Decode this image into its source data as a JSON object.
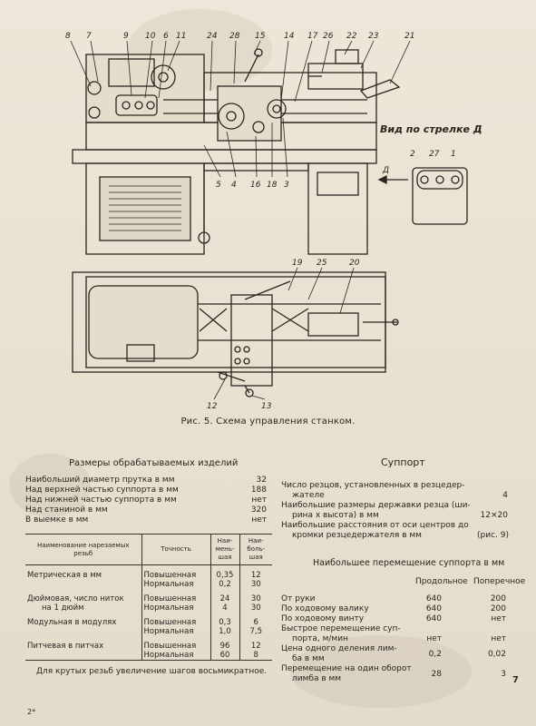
{
  "figure": {
    "callouts_top": [
      "8",
      "7",
      "9",
      "10",
      "6",
      "11",
      "24",
      "28",
      "15",
      "14",
      "17",
      "26",
      "22",
      "23",
      "21"
    ],
    "callouts_bottom_mid": [
      "5",
      "4",
      "16",
      "18",
      "3"
    ],
    "callouts_side": [
      "2",
      "27",
      "1"
    ],
    "arrow_label": "Д",
    "view_label": "Вид по стрелке Д",
    "callouts_plan_top": [
      "19",
      "25",
      "20"
    ],
    "callouts_plan_bottom": [
      "12",
      "13"
    ],
    "caption": "Рис. 5. Схема управления станком."
  },
  "dimensions": {
    "title": "Размеры обрабатываемых изделий",
    "rows": [
      {
        "label": "Наибольший диаметр прутка в мм",
        "value": "32"
      },
      {
        "label": "Над верхней частью суппорта в мм",
        "value": "188"
      },
      {
        "label": "Над нижней частью суппорта в мм",
        "value": "нет"
      },
      {
        "label": "Над станиной в мм",
        "value": "320"
      },
      {
        "label": "В выемке в мм",
        "value": "нет"
      }
    ]
  },
  "threads_table": {
    "headers": [
      "Наименование нарезаемых резьб",
      "Точность",
      "Наи-\nмень-\nшая",
      "Наи-\nболь-\nшая"
    ],
    "groups": [
      {
        "name": [
          "Метрическая в мм"
        ],
        "rows": [
          [
            "Повышенная",
            "0,35",
            "12"
          ],
          [
            "Нормальная",
            "0,2",
            "30"
          ]
        ]
      },
      {
        "name": [
          "Дюймовая, число ниток",
          "на 1 дюйм"
        ],
        "rows": [
          [
            "Повышенная",
            "24",
            "30"
          ],
          [
            "Нормальная",
            "4",
            "30"
          ]
        ]
      },
      {
        "name": [
          "Модульная в модулях"
        ],
        "rows": [
          [
            "Повышенная",
            "0,3",
            "6"
          ],
          [
            "Нормальная",
            "1,0",
            "7,5"
          ]
        ]
      },
      {
        "name": [
          "Питчевая в питчах"
        ],
        "rows": [
          [
            "Повышенная",
            "96",
            "12"
          ],
          [
            "Нормальная",
            "60",
            "8"
          ]
        ]
      }
    ],
    "note": "Для крутых резьб увеличение шагов восьмикратное."
  },
  "support": {
    "title": "Суппорт",
    "rows": [
      {
        "label": "Число резцов, установленных в резцедер-",
        "value": ""
      },
      {
        "label": "жателе",
        "value": "4"
      },
      {
        "label": "Наибольшие размеры державки резца (ши-",
        "value": ""
      },
      {
        "label": "рина x высота) в мм",
        "value": "12×20"
      },
      {
        "label": "Наибольшие расстояния от оси центров до",
        "value": ""
      },
      {
        "label": "кромки резцедержателя в мм",
        "value": "(рис. 9)"
      }
    ],
    "movement_title": "Наибольшее перемещение суппорта в мм",
    "col_headers": [
      "Продольное",
      "Поперечное"
    ],
    "movement_rows": [
      {
        "label": "От руки",
        "values": [
          "640",
          "200"
        ]
      },
      {
        "label": "По ходовому валику",
        "values": [
          "640",
          "200"
        ]
      },
      {
        "label": "По ходовому винту",
        "values": [
          "640",
          "нет"
        ]
      },
      {
        "label": "Быстрое перемещение суп-",
        "values": [
          "",
          ""
        ]
      },
      {
        "label": "порта, м/мин",
        "values": [
          "нет",
          "нет"
        ]
      },
      {
        "label": "Цена одного деления лим-",
        "values": [
          "",
          ""
        ]
      },
      {
        "label": "ба в мм",
        "values": [
          "0,2",
          "0,02"
        ]
      },
      {
        "label": "Перемещение на один оборот",
        "values": [
          "",
          ""
        ]
      },
      {
        "label": "лимба в мм",
        "values": [
          "28",
          "3"
        ]
      }
    ]
  },
  "page_number": "7",
  "corner_mark": "2*"
}
